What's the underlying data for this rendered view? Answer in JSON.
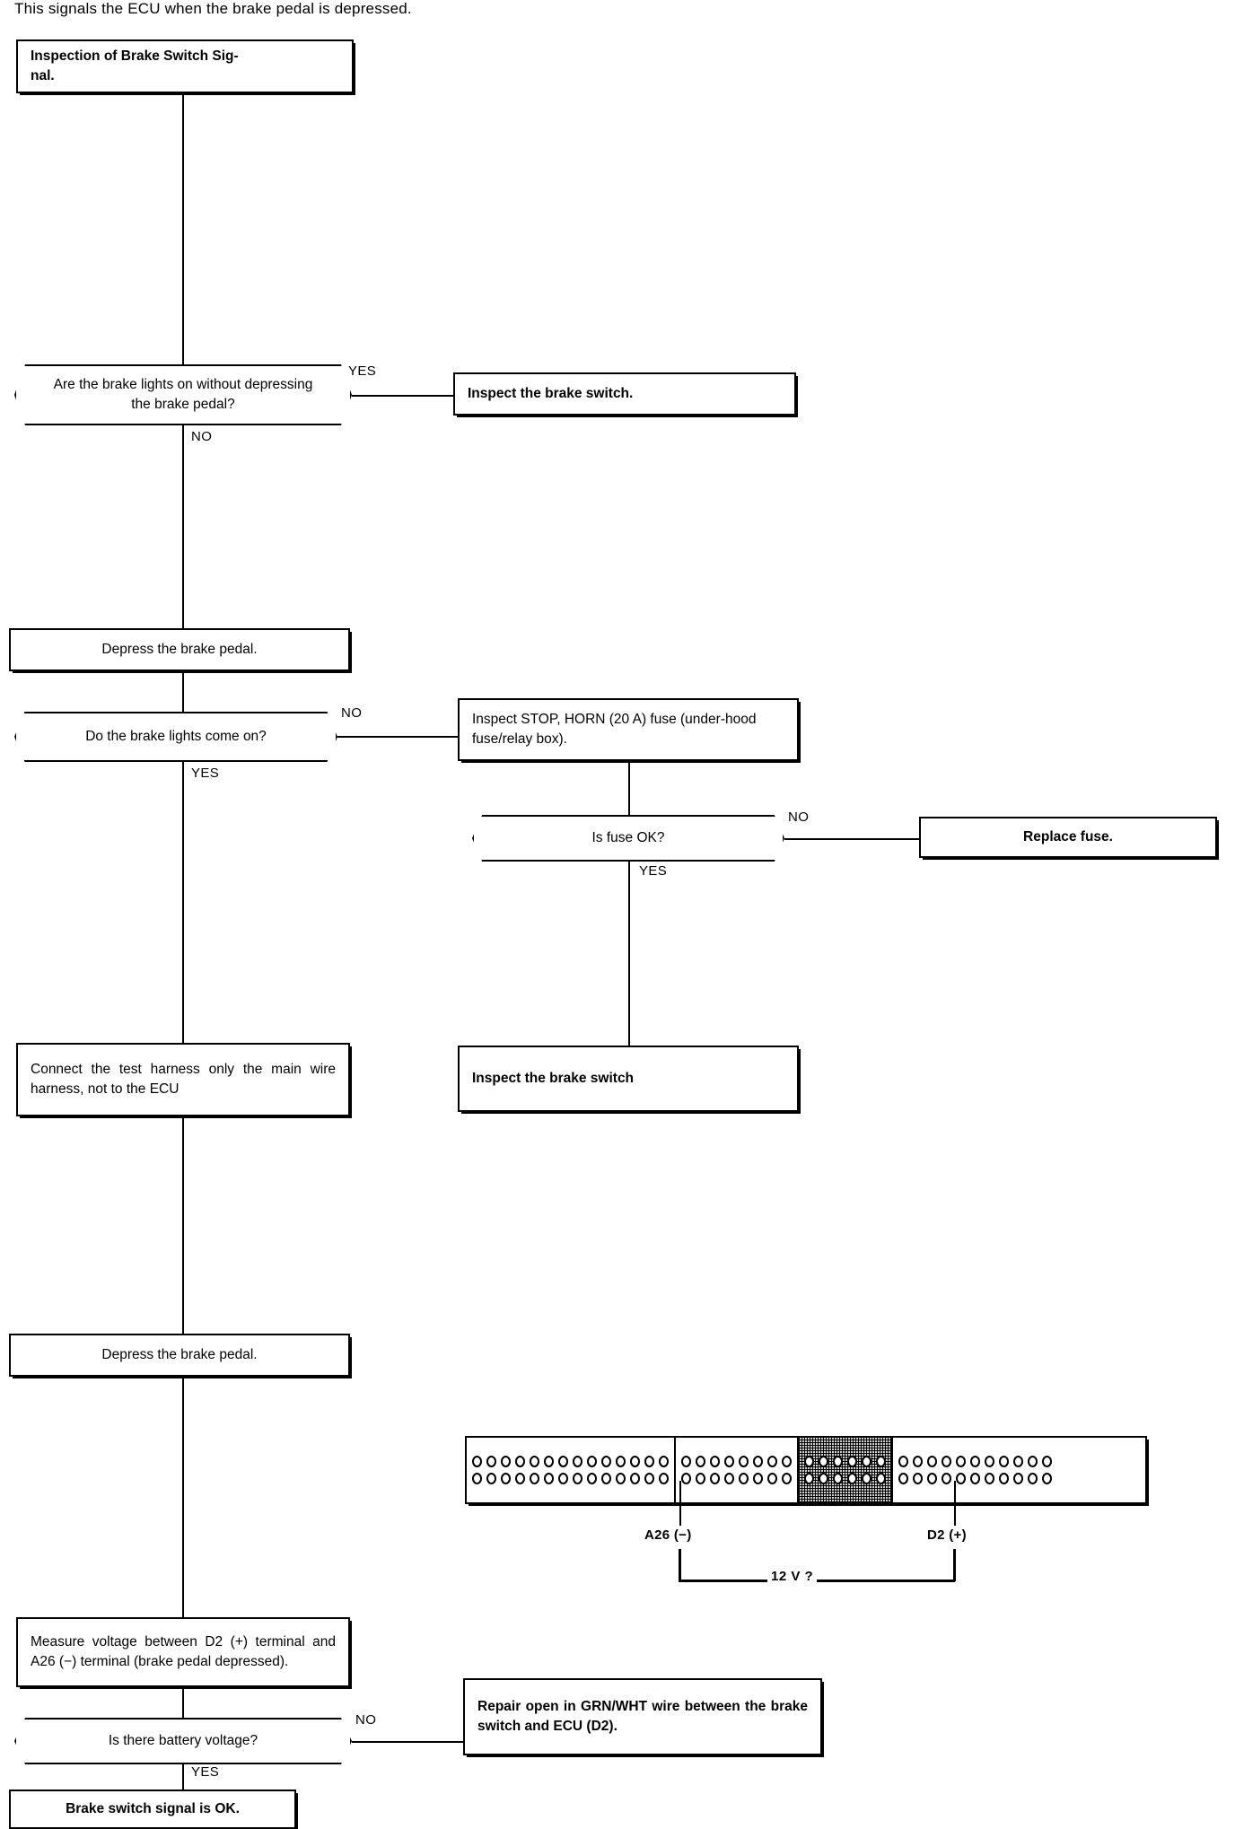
{
  "intro": {
    "text": "This signals the ECU when the brake pedal is depressed."
  },
  "flow": {
    "title_box": {
      "label": "Inspection of Brake Switch Sig-\nnal."
    },
    "nodes": [
      {
        "id": "q1",
        "type": "decision",
        "label": "Are the brake lights on without depressing the brake pedal?"
      },
      {
        "id": "a1",
        "type": "process",
        "label": "Inspect the brake switch."
      },
      {
        "id": "p1",
        "type": "process",
        "label": "Depress the brake pedal."
      },
      {
        "id": "q2",
        "type": "decision",
        "label": "Do the brake lights come on?"
      },
      {
        "id": "a2",
        "type": "process",
        "label": "Inspect STOP, HORN (20 A) fuse (under-hood fuse/relay box)."
      },
      {
        "id": "q3",
        "type": "decision",
        "label": "Is fuse OK?"
      },
      {
        "id": "a3",
        "type": "process",
        "label": "Replace fuse."
      },
      {
        "id": "a4",
        "type": "process",
        "label": "Inspect the brake switch"
      },
      {
        "id": "p2",
        "type": "process",
        "label": "Connect the test harness only the main wire harness, not to the ECU"
      },
      {
        "id": "p3",
        "type": "process",
        "label": "Depress the brake pedal."
      },
      {
        "id": "p4",
        "type": "process",
        "label": "Measure voltage between D2 (+) terminal and A26 (−) terminal (brake pedal depressed)."
      },
      {
        "id": "q4",
        "type": "decision",
        "label": "Is there battery voltage?"
      },
      {
        "id": "a5",
        "type": "process",
        "label": "Repair open in GRN/WHT wire between the brake switch and ECU (D2)."
      },
      {
        "id": "end",
        "type": "process",
        "label": "Brake switch signal is OK."
      }
    ],
    "branch_labels": {
      "q1_yes": "YES",
      "q1_no": "NO",
      "q2_no": "NO",
      "q2_yes": "YES",
      "q3_no": "NO",
      "q3_yes": "YES",
      "q4_no": "NO",
      "q4_yes": "YES"
    }
  },
  "connector_diagram": {
    "segments": [
      {
        "name": "segment-a",
        "pins_per_row": 14,
        "rows": 2,
        "shaded": false
      },
      {
        "name": "segment-b",
        "pins_per_row": 8,
        "rows": 2,
        "shaded": false
      },
      {
        "name": "segment-c",
        "pins_per_row": 6,
        "rows": 2,
        "shaded": true
      },
      {
        "name": "segment-d",
        "pins_per_row": 11,
        "rows": 2,
        "shaded": false
      }
    ],
    "terminal_left_label": "A26 (−)",
    "terminal_right_label": "D2 (+)",
    "measurement_label": "12 V ?"
  },
  "colors": {
    "ink": "#000000",
    "paper": "#ffffff",
    "shade": "#cfcfcf"
  }
}
